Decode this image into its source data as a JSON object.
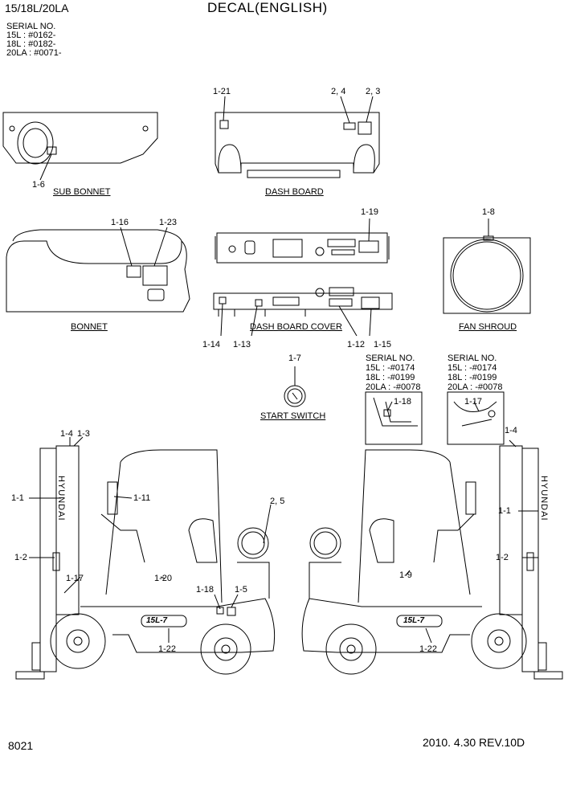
{
  "header": {
    "model": "15/18L/20LA",
    "title": "DECAL(ENGLISH)",
    "serial_lines": [
      "SERIAL NO.",
      "15L : #0162-",
      "18L : #0182-",
      "20LA : #0071-"
    ]
  },
  "views": {
    "sub_bonnet": "SUB BONNET",
    "dash_board": "DASH BOARD",
    "bonnet": "BONNET",
    "dash_board_cover": "DASH BOARD COVER",
    "fan_shroud": "FAN SHROUD",
    "start_switch": "START SWITCH"
  },
  "detail_serials": {
    "left": [
      "SERIAL NO.",
      "15L : -#0174",
      "18L : -#0199",
      "20LA : -#0078"
    ],
    "right": [
      "SERIAL NO.",
      "15L : -#0174",
      "18L : -#0199",
      "20LA : -#0078"
    ]
  },
  "callouts": {
    "c1_21": "1-21",
    "c2_4": "2, 4",
    "c2_3": "2, 3",
    "c1_6": "1-6",
    "c1_16": "1-16",
    "c1_23": "1-23",
    "c1_19": "1-19",
    "c1_8": "1-8",
    "c1_14": "1-14",
    "c1_13": "1-13",
    "c1_12": "1-12",
    "c1_15": "1-15",
    "c1_7": "1-7",
    "c1_18_detail": "1-18",
    "c1_17_detail": "1-17",
    "c1_4_left": "1-4",
    "c1_3_left": "1-3",
    "c1_4_right": "1-4",
    "c1_1_left": "1-1",
    "c1_11": "1-11",
    "c2_5": "2, 5",
    "c1_2_left": "1-2",
    "c1_17_left": "1-17",
    "c1_20": "1-20",
    "c1_18_left": "1-18",
    "c1_5": "1-5",
    "c1_22_left": "1-22",
    "c1_1_right": "1-1",
    "c1_2_right": "1-2",
    "c1_9": "1-9",
    "c1_22_right": "1-22"
  },
  "mast_brand": "HYUNDAI",
  "model_plate": "15L-7",
  "footer": {
    "page": "8021",
    "rev": "2010. 4.30  REV.10D"
  }
}
